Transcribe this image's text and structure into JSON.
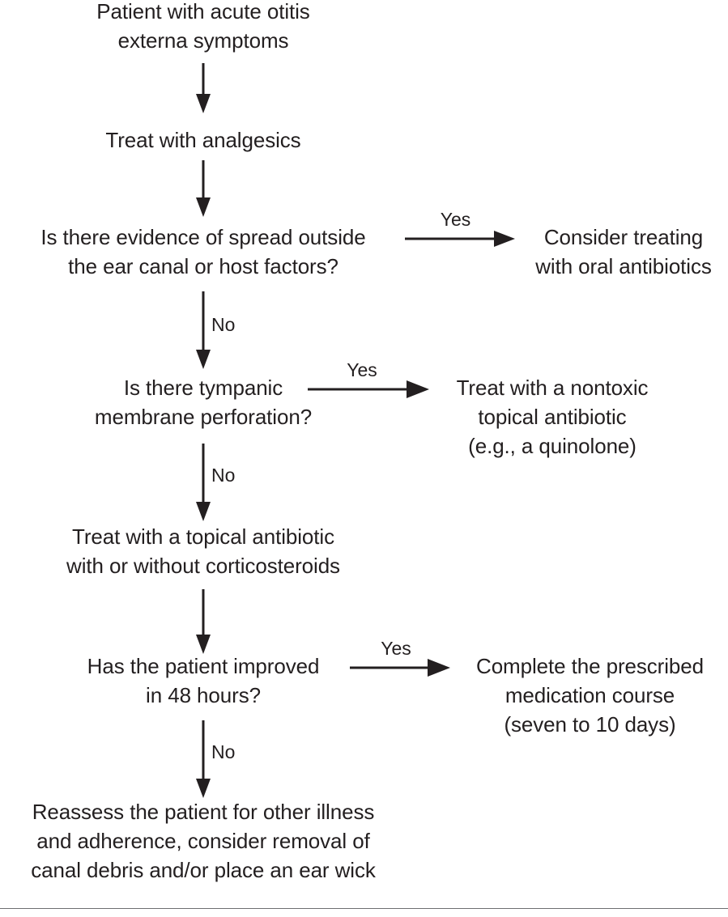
{
  "figure": {
    "type": "clinical-decision-flowchart",
    "topic": "Acute otitis externa management algorithm",
    "background_color": "#ffffff",
    "ink_color": "#231f20",
    "rule_color": "#6d6e71"
  },
  "nodes": [
    {
      "id": "start",
      "text": "Patient with acute otitis\nexterna symptoms",
      "column": "left"
    },
    {
      "id": "analgesics",
      "text": "Treat with analgesics",
      "column": "left"
    },
    {
      "id": "spread-question",
      "text": "Is there evidence of spread outside\nthe ear canal or host factors?",
      "column": "left"
    },
    {
      "id": "oral-antibiotics",
      "text": "Consider treating\nwith oral antibiotics",
      "column": "right"
    },
    {
      "id": "perforation-question",
      "text": "Is there tympanic\nmembrane perforation?",
      "column": "left"
    },
    {
      "id": "nontoxic-topical",
      "text": "Treat with a nontoxic\ntopical antibiotic\n(e.g., a quinolone)",
      "column": "right"
    },
    {
      "id": "topical-antibiotic",
      "text": "Treat with a topical antibiotic\nwith or without corticosteroids",
      "column": "left"
    },
    {
      "id": "improved-question",
      "text": "Has the patient improved\nin 48 hours?",
      "column": "left"
    },
    {
      "id": "complete-course",
      "text": "Complete the prescribed\nmedication course\n(seven to 10 days)",
      "column": "right"
    },
    {
      "id": "reassess",
      "text": "Reassess the patient for other illness\nand adherence, consider removal of\ncanal debris and/or place an ear wick",
      "column": "left"
    }
  ],
  "edge_labels": {
    "yes_spread": "Yes",
    "no_spread": "No",
    "yes_perforation": "Yes",
    "no_perforation": "No",
    "yes_improved": "Yes",
    "no_improved": "No"
  }
}
